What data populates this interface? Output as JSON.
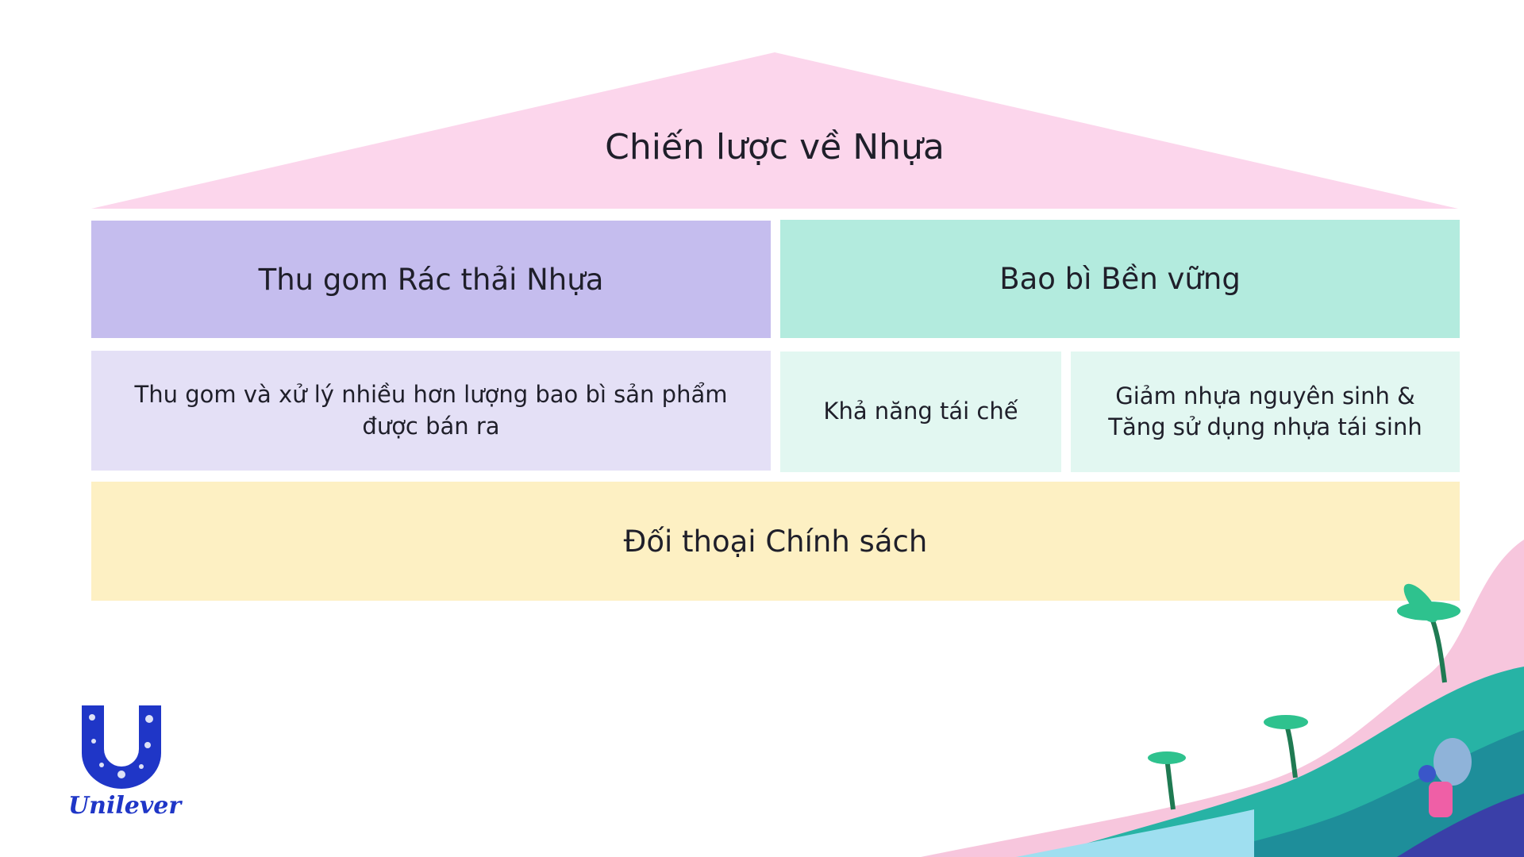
{
  "roof": {
    "title": "Chiến lược về Nhựa"
  },
  "pillars": {
    "collection": {
      "title": "Thu gom Rác thải Nhựa",
      "detail": "Thu gom và xử lý nhiều hơn lượng bao bì sản phẩm được bán ra"
    },
    "packaging": {
      "title": "Bao bì Bền vững",
      "recyclability": "Khả năng tái chế",
      "reduce": "Giảm nhựa nguyên sinh & Tăng sử dụng nhựa tái sinh"
    }
  },
  "foundation": {
    "title": "Đối thoại Chính sách"
  },
  "logo": {
    "brand": "Unilever"
  },
  "colors": {
    "roof": "#fcd6ec",
    "collection_title": "#c5bdee",
    "collection_detail": "#e4e0f6",
    "packaging_title": "#b3ebde",
    "packaging_detail": "#e2f7f1",
    "foundation": "#fdf0c3",
    "brand": "#1f36c7"
  }
}
